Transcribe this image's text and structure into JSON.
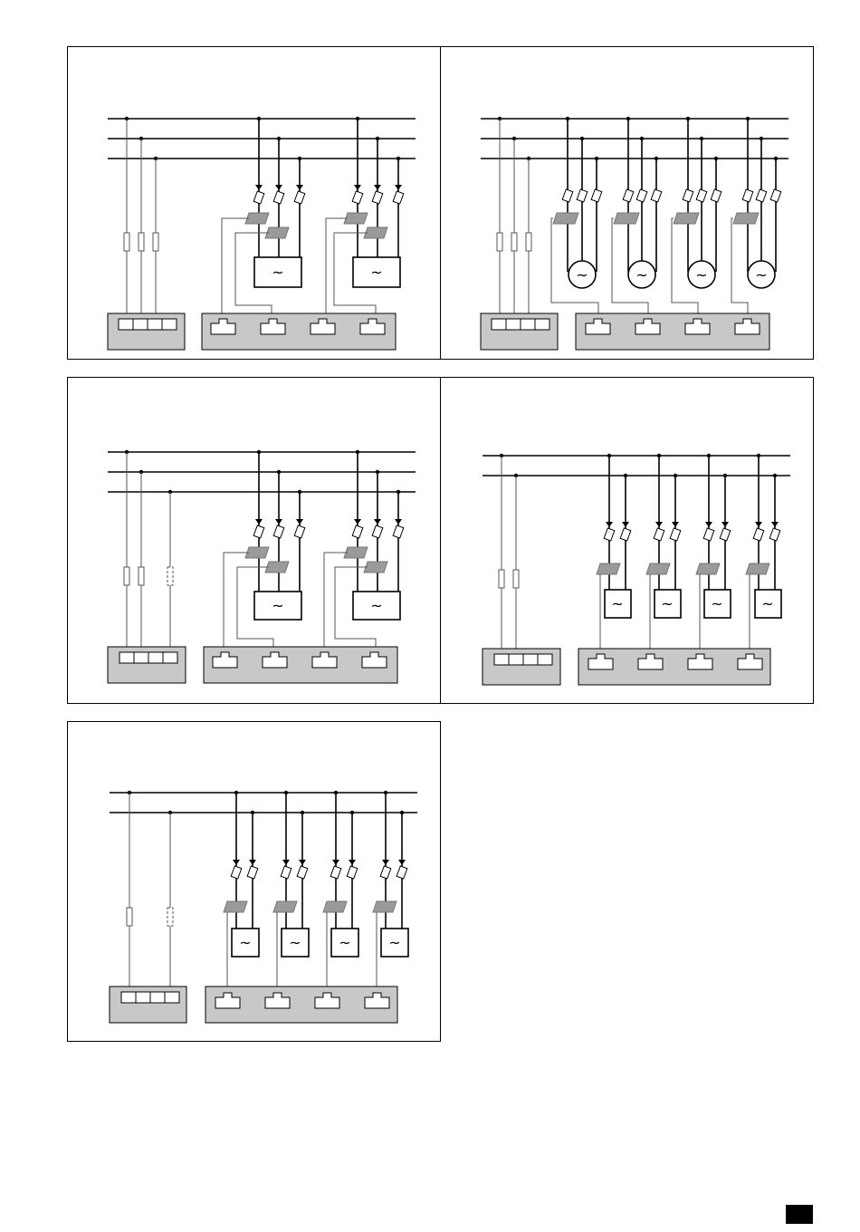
{
  "diagrams": [
    {
      "id": "three-wire-single-loads",
      "glyph": "~"
    },
    {
      "id": "three-wire-motors",
      "glyph": "~"
    },
    {
      "id": "three-wire-dashed-fuse",
      "glyph": "~"
    },
    {
      "id": "two-wire-four-loads",
      "glyph": "~"
    },
    {
      "id": "two-wire-dashed-fuse",
      "glyph": "~"
    }
  ],
  "colors": {
    "line": "#000000",
    "thin_line": "#555555",
    "module_fill": "#c8c8c8",
    "ct_fill": "#9a9a9a"
  },
  "page_marker": {
    "color": "#000000"
  }
}
